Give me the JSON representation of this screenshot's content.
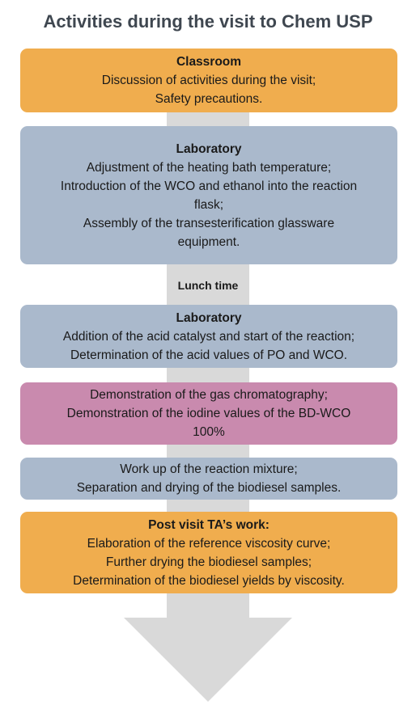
{
  "title": "Activities during the visit to Chem USP",
  "blocks": [
    {
      "heading": "Classroom",
      "lines": [
        "Discussion of activities during the visit;",
        "Safety precautions."
      ]
    },
    {
      "heading": "Laboratory",
      "lines": [
        "Adjustment of the heating bath temperature;",
        "Introduction of the WCO and ethanol into the reaction",
        "flask;",
        "Assembly of the transesterification glassware",
        "equipment."
      ]
    },
    {
      "label": "Lunch time"
    },
    {
      "heading": "Laboratory",
      "lines": [
        "Addition of the acid catalyst and start of the reaction;",
        "Determination of the acid values of PO and WCO."
      ]
    },
    {
      "heading": "",
      "lines": [
        "Demonstration of the gas chromatography;",
        "Demonstration of the iodine values of the BD-WCO",
        "100%"
      ]
    },
    {
      "heading": "",
      "lines": [
        "Work up of the reaction mixture;",
        "Separation and drying of the biodiesel samples."
      ]
    },
    {
      "heading": "Post visit TA’s work:",
      "lines": [
        "Elaboration of the reference viscosity curve;",
        "Further drying the biodiesel samples;",
        "Determination of the biodiesel yields by viscosity."
      ]
    }
  ],
  "colors": {
    "orange": "#f0ad4e",
    "blue": "#aab9cc",
    "pink": "#c98aae",
    "arrow": "#d9d9d9",
    "title": "#3f4750"
  },
  "icons": {
    "arrow": "down-arrow-icon"
  }
}
